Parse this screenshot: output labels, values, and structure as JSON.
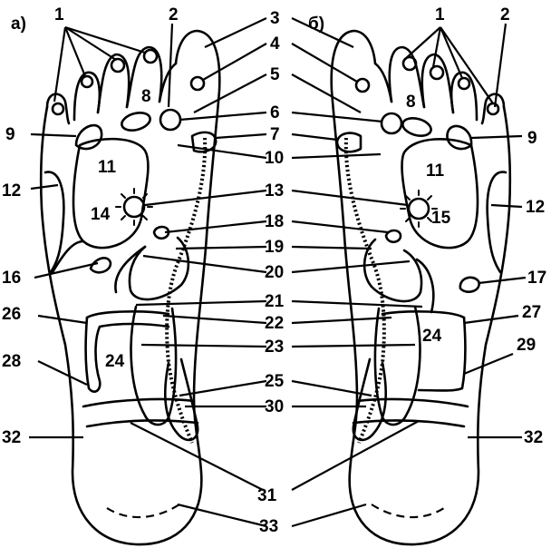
{
  "panels": {
    "left": "а)",
    "right": "б)"
  },
  "labels": {
    "n1": "1",
    "n2": "2",
    "n3": "3",
    "n4": "4",
    "n5": "5",
    "n6": "6",
    "n7": "7",
    "n8": "8",
    "n9": "9",
    "n10": "10",
    "n11": "11",
    "n12": "12",
    "n13": "13",
    "n14": "14",
    "n15": "15",
    "n16": "16",
    "n17": "17",
    "n18": "18",
    "n19": "19",
    "n20": "20",
    "n21": "21",
    "n22": "22",
    "n23": "23",
    "n24": "24",
    "n25": "25",
    "n26": "26",
    "n27": "27",
    "n28": "28",
    "n29": "29",
    "n30": "30",
    "n31": "31",
    "n32": "32",
    "n33": "33"
  }
}
